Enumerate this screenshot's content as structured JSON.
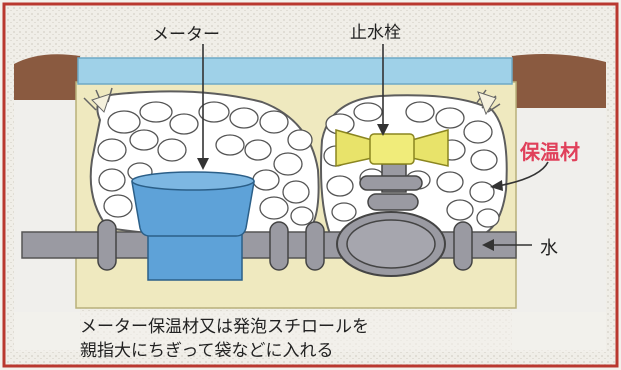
{
  "labels": {
    "meter": "メーター",
    "stopcock": "止水栓",
    "insulation": "保温材",
    "water": "水"
  },
  "caption": {
    "line1": "メーター保温材又は発泡スチロールを",
    "line2": "親指大にちぎって袋などに入れる"
  },
  "colors": {
    "frame": "#b9382f",
    "ground_dark": "#8a5a40",
    "lid_blue": "#9fd1e8",
    "box_fill": "#efe9bf",
    "pipe_gray": "#9a9aa2",
    "meter_blue": "#5ea2d8",
    "valve_yellow": "#e8e36a",
    "insulation_text": "#e0405a"
  }
}
